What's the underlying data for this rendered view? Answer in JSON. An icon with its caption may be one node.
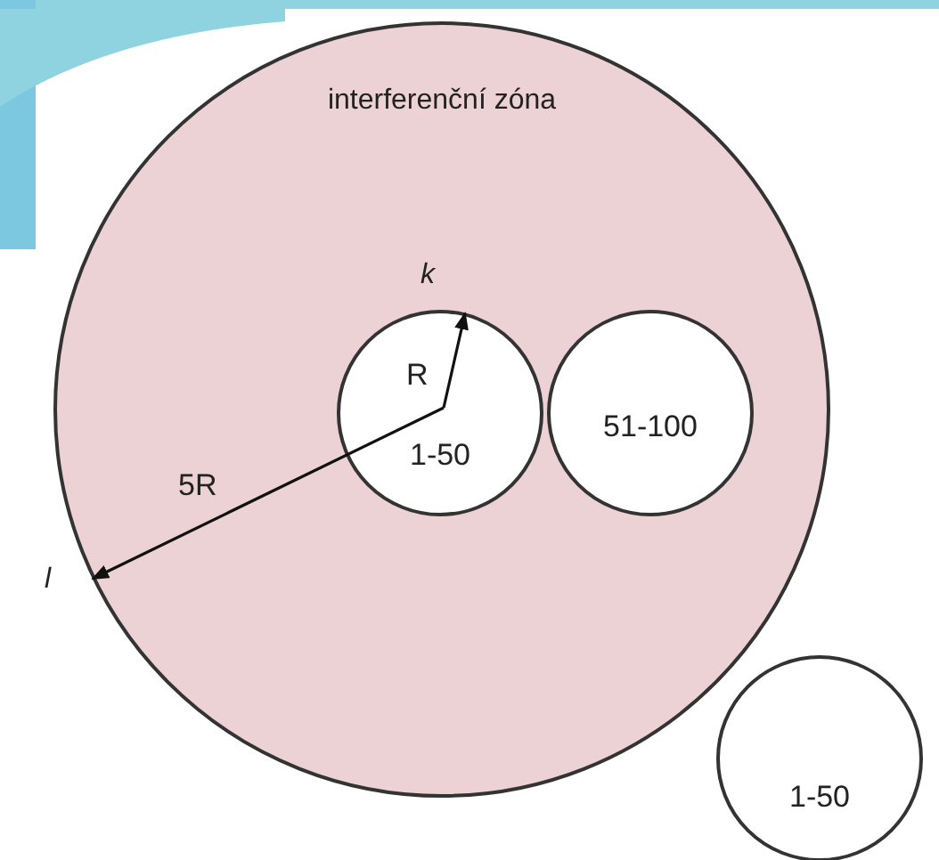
{
  "diagram": {
    "nodes": [
      {
        "text": [
          "interferenční zóna"
        ]
      },
      {
        "text": [
          "1-50"
        ],
        "in": 0
      },
      {
        "text": [
          "51-100"
        ],
        "in": 0
      },
      {
        "text": [
          "1-50"
        ]
      }
    ],
    "labels": [
      "k",
      "R",
      "5R",
      "l"
    ]
  }
}
